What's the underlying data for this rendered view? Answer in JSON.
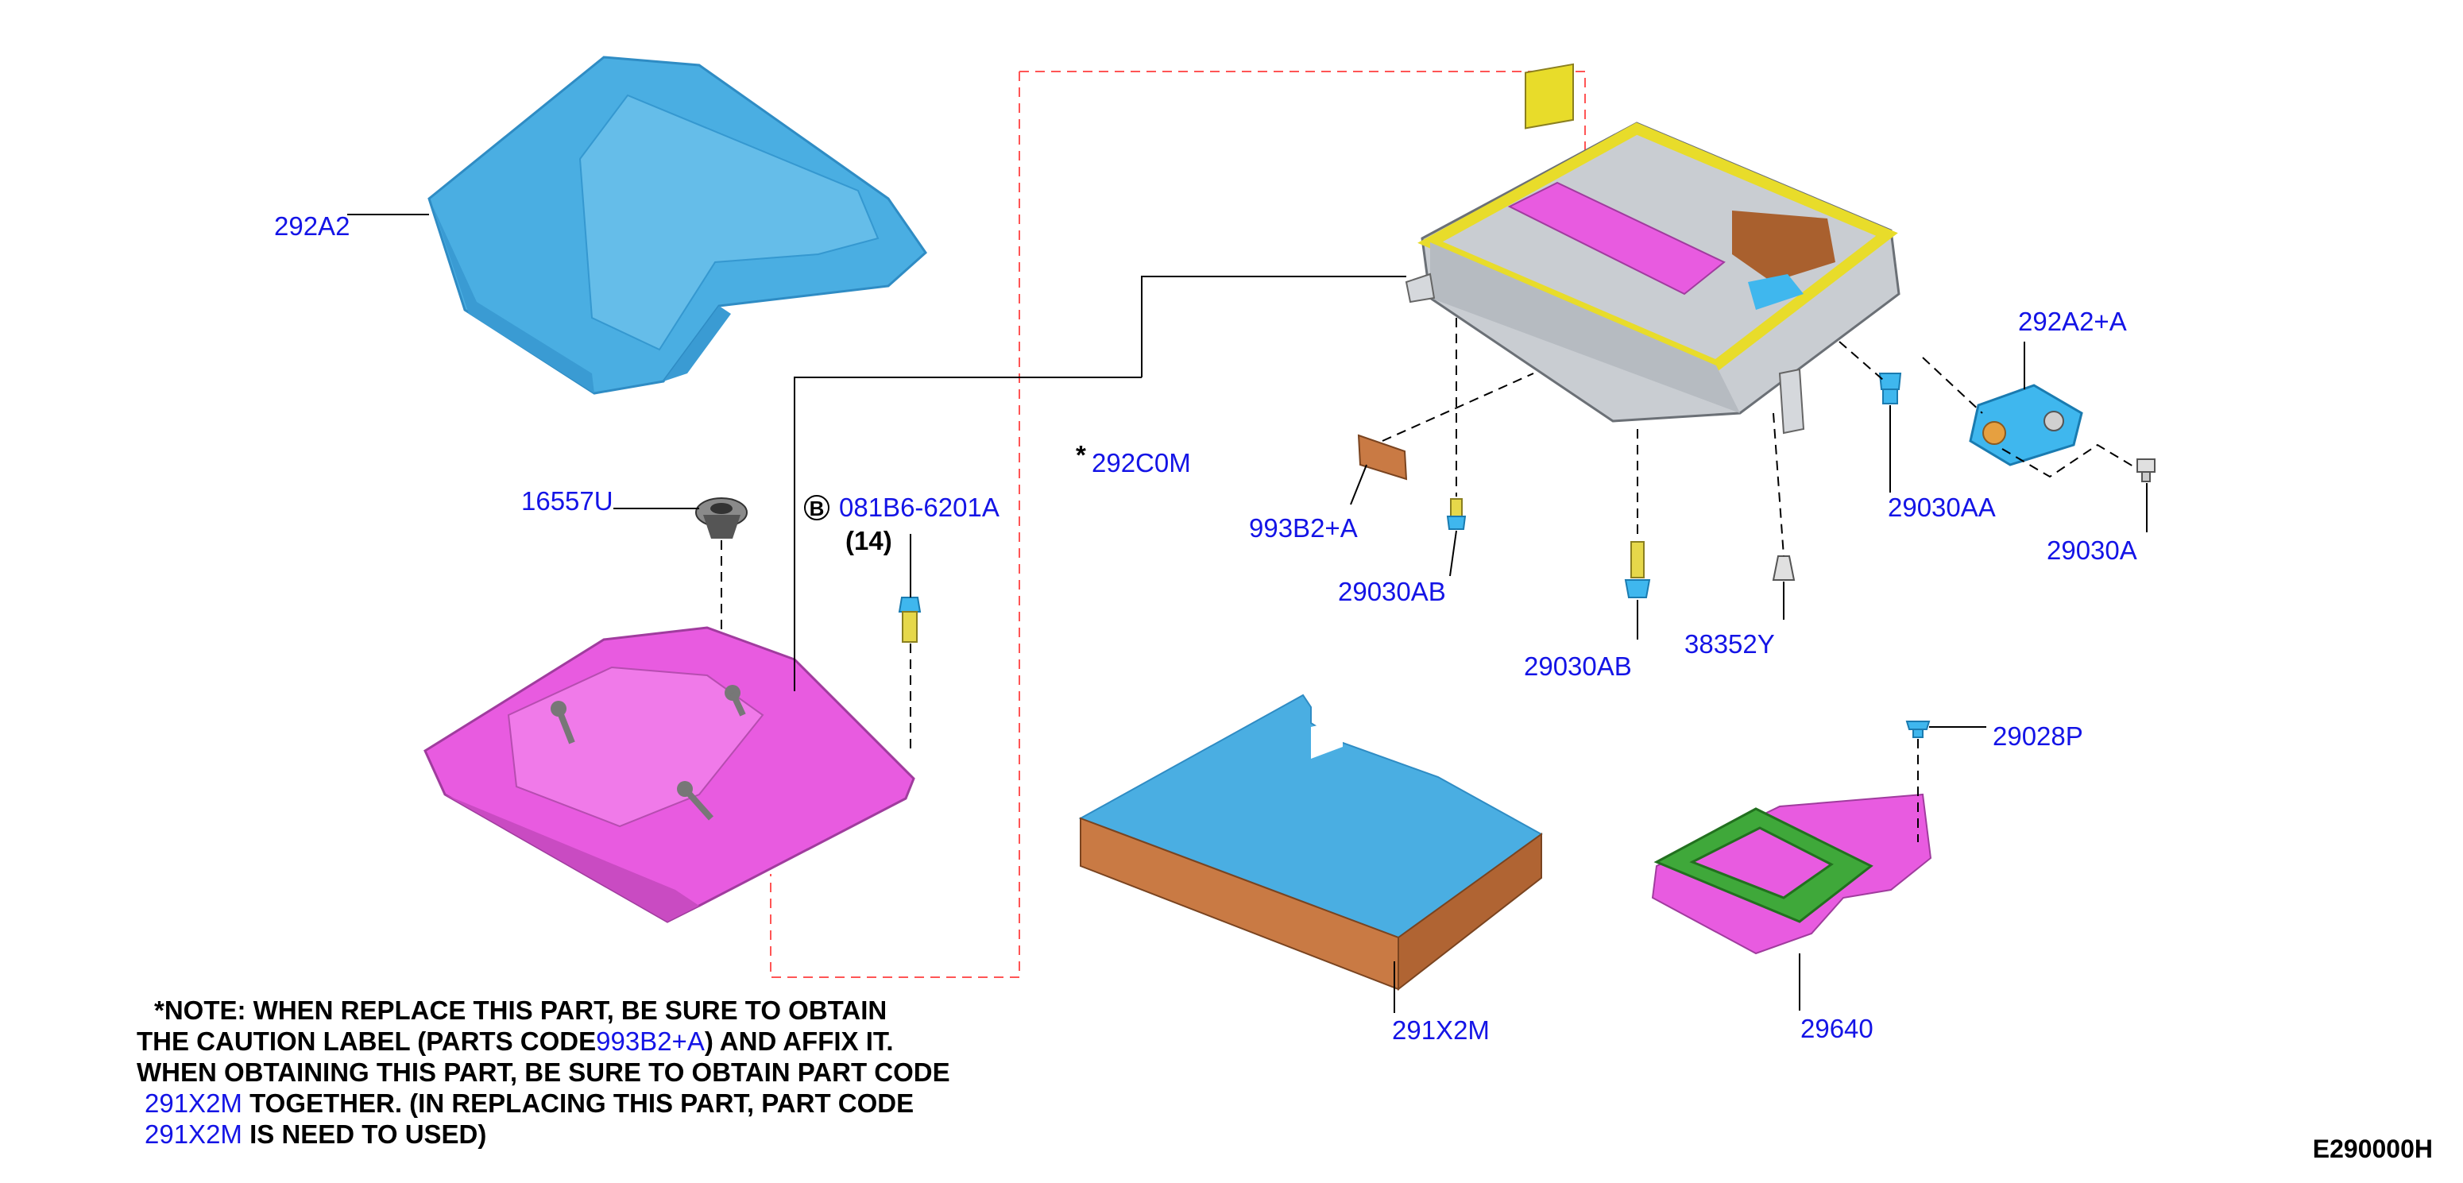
{
  "parts": {
    "p292A2": "292A2",
    "p16557U": "16557U",
    "bolt_circle": "B",
    "p081B6": "081B6-6201A",
    "qty14": "(14)",
    "star": "*",
    "p292C0M": "292C0M",
    "p993B2A": "993B2+A",
    "p29030AB_a": "29030AB",
    "p29030AB_b": "29030AB",
    "p38352Y": "38352Y",
    "p292A2A": "292A2+A",
    "p29030AA": "29030AA",
    "p29030A": "29030A",
    "p29028P": "29028P",
    "p291X2M": "291X2M",
    "p29640": "29640"
  },
  "note": {
    "line1": "*NOTE: WHEN REPLACE THIS PART, BE SURE TO OBTAIN",
    "line2_pre": "THE CAUTION LABEL (PARTS CODE",
    "line2_code": "993B2+A",
    "line2_post": ") AND AFFIX IT.",
    "line3": "WHEN OBTAINING THIS PART, BE SURE TO OBTAIN PART CODE",
    "line4_code": "291X2M",
    "line4_post": " TOGETHER. (IN REPLACING THIS PART, PART CODE",
    "line5_code": "291X2M",
    "line5_post": " IS NEED TO USED)"
  },
  "figure_id": "E290000H",
  "colors": {
    "cover_blue": "#4aaee2",
    "oil_pan_magenta": "#e85be0",
    "inverter_gray": "#c9cdd2",
    "frame_yellow": "#e8dc2a",
    "insulator_orange": "#c97a44",
    "seal_green": "#3fa83a",
    "label_blue": "#1414e6",
    "dash_red": "#ff5555"
  }
}
